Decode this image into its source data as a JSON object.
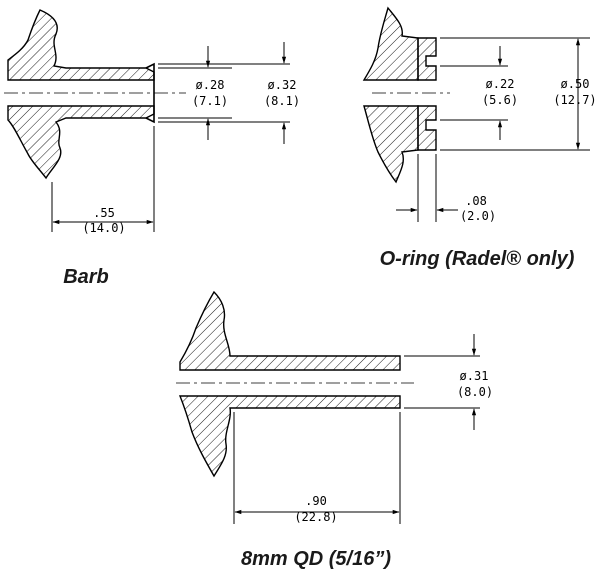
{
  "barb": {
    "caption": "Barb",
    "inner_dia": "ø.28",
    "inner_dia_mm": "(7.1)",
    "outer_dia": "ø.32",
    "outer_dia_mm": "(8.1)",
    "length": ".55",
    "length_mm": "(14.0)"
  },
  "oring": {
    "caption": "O-ring (Radel® only)",
    "inner_dia": "ø.22",
    "inner_dia_mm": "(5.6)",
    "outer_dia": "ø.50",
    "outer_dia_mm": "(12.7)",
    "thickness": ".08",
    "thickness_mm": "(2.0)"
  },
  "qd": {
    "caption": "8mm QD (5/16”)",
    "dia": "ø.31",
    "dia_mm": "(8.0)",
    "length": ".90",
    "length_mm": "(22.8)"
  }
}
